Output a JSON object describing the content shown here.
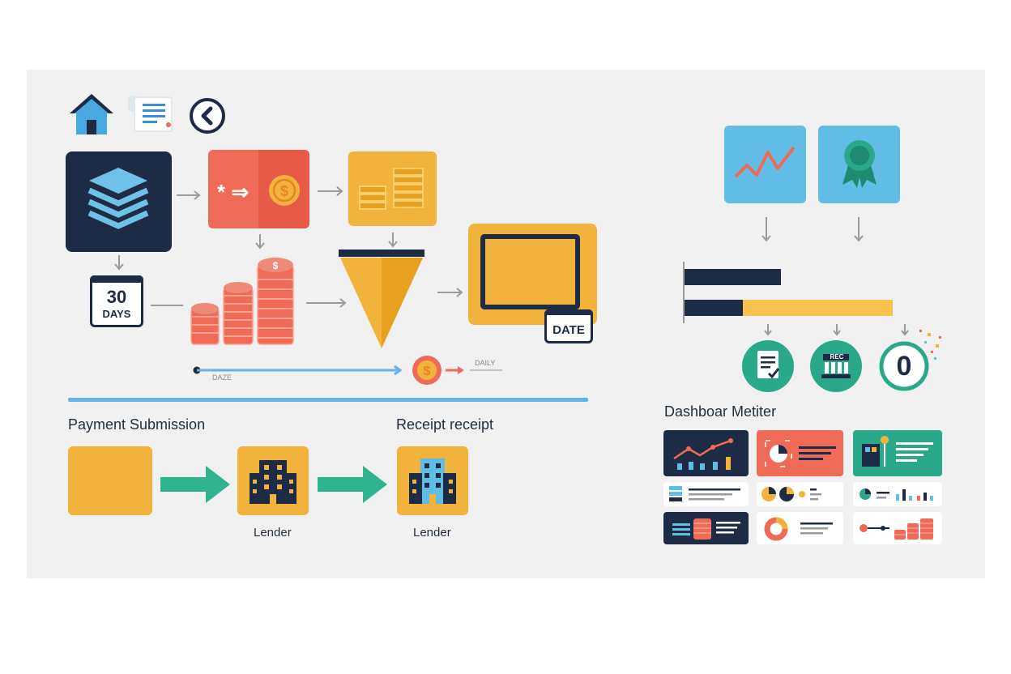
{
  "colors": {
    "navy": "#1e2b44",
    "coral": "#ef6b58",
    "amber": "#f2b33d",
    "sky": "#62bde6",
    "teal": "#2aa88a",
    "arrow_teal": "#2fb48f",
    "line_blue": "#62b4ea",
    "gray": "#9a9a9a",
    "panel": "#f1f1f1"
  },
  "top_icons": [
    "home-icon",
    "document-icon",
    "back-circle-icon"
  ],
  "calendar": {
    "number": "30",
    "unit": "DAYS"
  },
  "date_badge": "DATE",
  "timeline": {
    "start_label": "DAZE",
    "end_label": "DAILY"
  },
  "bottom_flow": {
    "title_left": "Payment Submission",
    "title_right": "Receipt receipt",
    "lender_1": "Lender",
    "lender_2": "Lender"
  },
  "right": {
    "badges": {
      "rec": "REC",
      "zero": "0"
    },
    "dashboard_title": "Dashboar Metiter",
    "bars": {
      "bar1_fill": 0.43,
      "bar2_navy": 0.26,
      "bar2_amber": 0.67
    }
  }
}
